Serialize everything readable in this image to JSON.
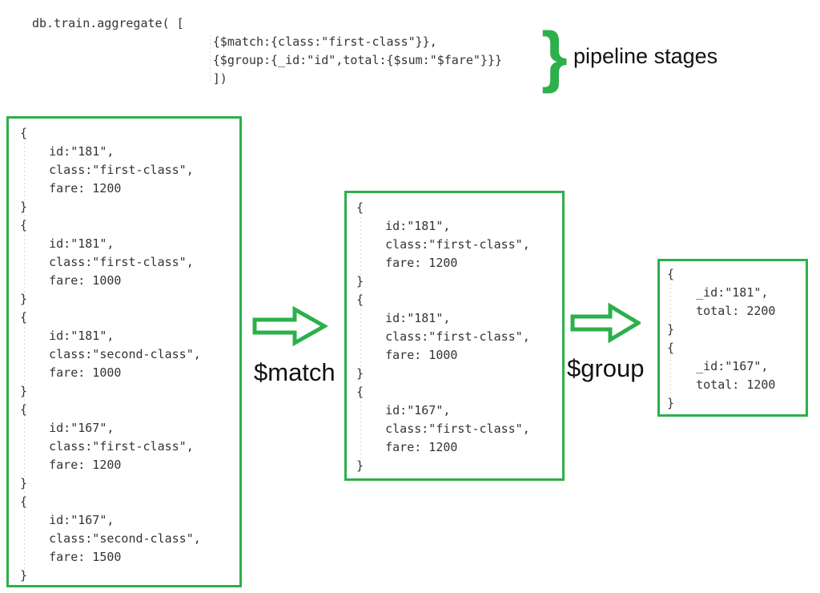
{
  "colors": {
    "green": "#2cb04b",
    "code_text": "#343434",
    "label_text": "#111111",
    "background": "#ffffff"
  },
  "code": {
    "lines": [
      "db.train.aggregate( [",
      "                         {$match:{class:\"first-class\"}},",
      "                         {$group:{_id:\"id\",total:{$sum:\"$fare\"}}}",
      "                         ])"
    ]
  },
  "pipeline": {
    "brace": "}",
    "label": "pipeline stages"
  },
  "arrows": {
    "match": {
      "label": "$match",
      "direction": "right"
    },
    "group": {
      "label": "$group",
      "direction": "right"
    }
  },
  "boxes": {
    "input": {
      "docs": [
        [
          "id:\"181\",",
          "class:\"first-class\",",
          "fare: 1200"
        ],
        [
          "id:\"181\",",
          "class:\"first-class\",",
          "fare: 1000"
        ],
        [
          "id:\"181\",",
          "class:\"second-class\",",
          "fare: 1000"
        ],
        [
          "id:\"167\",",
          "class:\"first-class\",",
          "fare: 1200"
        ],
        [
          "id:\"167\",",
          "class:\"second-class\",",
          "fare: 1500"
        ]
      ]
    },
    "matched": {
      "docs": [
        [
          "id:\"181\",",
          "class:\"first-class\",",
          "fare: 1200"
        ],
        [
          "id:\"181\",",
          "class:\"first-class\",",
          "fare: 1000"
        ],
        [
          "id:\"167\",",
          "class:\"first-class\",",
          "fare: 1200"
        ]
      ]
    },
    "grouped": {
      "docs": [
        [
          "_id:\"181\",",
          "total: 2200"
        ],
        [
          "_id:\"167\",",
          "total: 1200"
        ]
      ]
    }
  }
}
